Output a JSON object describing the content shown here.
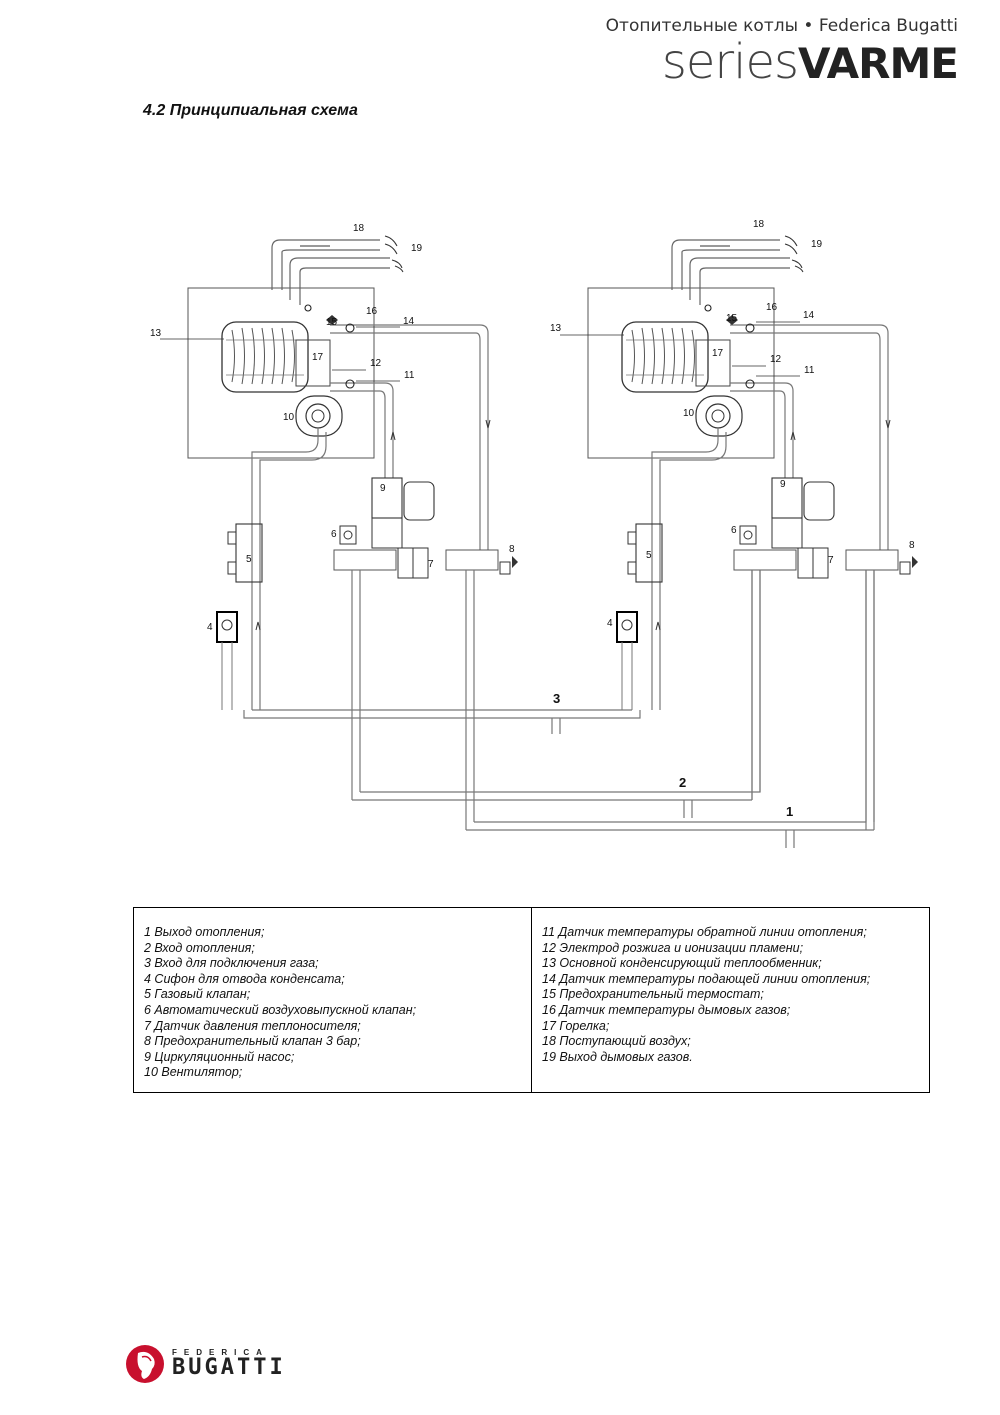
{
  "header": {
    "subtitle": "Отопительные котлы • Federica Bugatti",
    "series_word": "series",
    "model_word": "VARME"
  },
  "section_title": "4.2 Принципиальная схема",
  "diagram": {
    "component_numbers": [
      "18",
      "19",
      "16",
      "15",
      "14",
      "13",
      "17",
      "12",
      "11",
      "10",
      "9",
      "6",
      "7",
      "8",
      "5",
      "4"
    ],
    "pipe_labels": {
      "gas": "3",
      "heating_return": "2",
      "heating_flow": "1"
    }
  },
  "legend": {
    "left": [
      "1 Выход  отопления;",
      "2 Вход отопления;",
      "3 Вход для подключения газа;",
      "4 Сифон для отвода конденсата;",
      "5 Газовый клапан;",
      "6 Автоматический воздуховыпускной клапан;",
      "7 Датчик давления теплоносителя;",
      "8 Предохранительный клапан 3 бар;",
      "9 Циркуляционный насос;",
      "10 Вентилятор;"
    ],
    "right": [
      "11 Датчик температуры обратной линии отопления;",
      "12 Электрод розжига и ионизации пламени;",
      "13 Основной конденсирующий теплообменник;",
      "14 Датчик температуры подающей линии отопления;",
      "15 Предохранительный термостат;",
      "16 Датчик температуры дымовых газов;",
      "17 Горелка;",
      "18 Поступающий воздух;",
      "19 Выход дымовых газов."
    ]
  },
  "footer": {
    "brand_small": "FEDERICA",
    "brand_big": "BUGATTI"
  }
}
